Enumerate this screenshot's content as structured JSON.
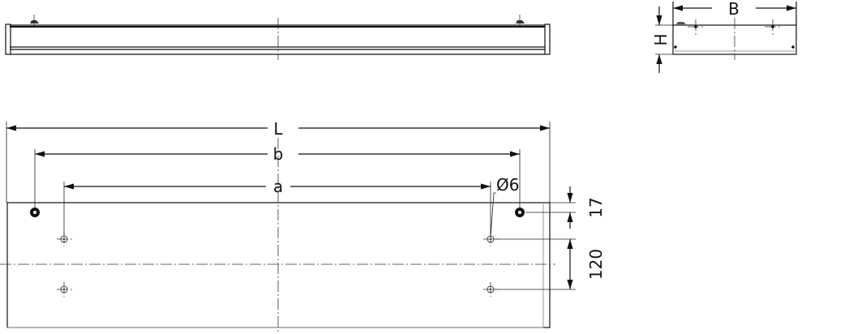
{
  "labels": {
    "length": "L",
    "mount_spacing_b": "b",
    "mount_spacing_a": "a",
    "hole_diameter": "Ø6",
    "edge_offset": "17",
    "hole_pitch": "120",
    "width": "B",
    "height": "H"
  },
  "colors": {
    "line": "#111111",
    "background": "#ffffff"
  }
}
